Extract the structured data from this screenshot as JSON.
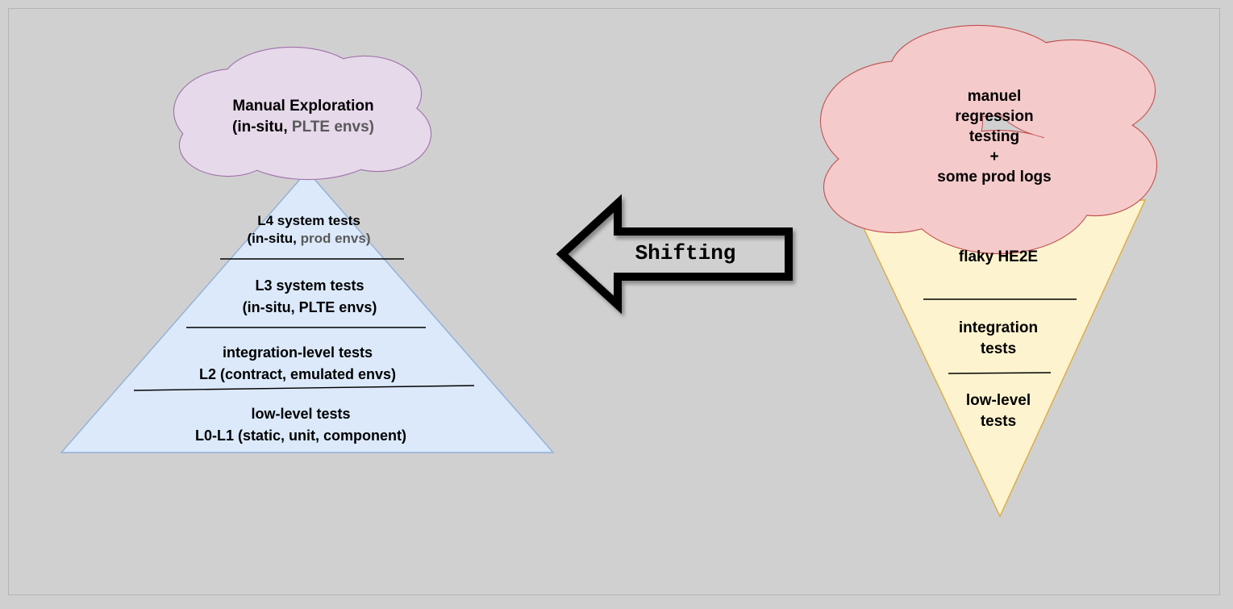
{
  "left_cloud": {
    "line1": "Manual Exploration",
    "line2_prefix": "(in-situ, ",
    "line2_highlight": "PLTE envs)"
  },
  "pyramid": {
    "l4": {
      "line1": "L4 system tests",
      "line2_prefix": "(in-situ, ",
      "line2_highlight": "prod envs)"
    },
    "l3": {
      "line1": "L3 system tests",
      "line2": "(in-situ, PLTE envs)"
    },
    "l2": {
      "line1": "integration-level tests",
      "line2": "L2 (contract, emulated envs)"
    },
    "l0l1": {
      "line1": "low-level tests",
      "line2": "L0-L1 (static, unit, component)"
    }
  },
  "arrow": {
    "label": "Shifting",
    "direction": "left"
  },
  "right_cloud": {
    "lines": [
      "manuel",
      "regression",
      "testing",
      "+",
      "some prod logs"
    ]
  },
  "cone": {
    "section1": "flaky HE2E",
    "section2": {
      "line1": "integration",
      "line2": "tests"
    },
    "section3": {
      "line1": "low-level",
      "line2": "tests"
    }
  },
  "colors": {
    "background": "#d1d0d0",
    "frame_border": "#b5b4b4",
    "left_cloud_fill": "#e6d9ea",
    "left_cloud_stroke": "#9e71ac",
    "pyramid_fill": "#dbe9fb",
    "pyramid_stroke": "#90b0d8",
    "right_cloud_fill": "#f5caca",
    "right_cloud_stroke": "#c05050",
    "cone_fill": "#fdf3cf",
    "cone_stroke": "#d9ad45",
    "divider_line": "#000000",
    "arrow_stroke": "#000000",
    "text": "#000000",
    "muted_text": "#595959"
  }
}
